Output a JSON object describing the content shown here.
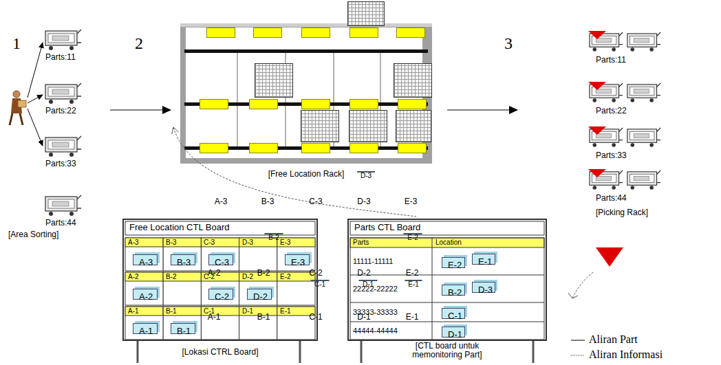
{
  "diagram": {
    "nodes": [
      {
        "text": [
          "[Free Location Rack]"
        ]
      },
      {
        "text": [
          "D-3"
        ],
        "in": 0
      },
      {
        "text": [
          "A-3"
        ],
        "in": 0
      },
      {
        "text": [
          "B-3"
        ],
        "in": 0
      },
      {
        "text": [
          "C-3"
        ],
        "in": 0
      },
      {
        "text": [
          "D-3"
        ],
        "in": 0
      },
      {
        "text": [
          "E-3"
        ],
        "in": 0
      },
      {
        "text": [
          "B-2"
        ],
        "in": 0
      },
      {
        "text": [
          "E-2"
        ],
        "in": 0
      },
      {
        "text": [
          "A-2"
        ],
        "in": 0
      },
      {
        "text": [
          "B-2"
        ],
        "in": 0
      },
      {
        "text": [
          "C-2"
        ],
        "in": 0
      },
      {
        "text": [
          "D-2"
        ],
        "in": 0
      },
      {
        "text": [
          "E-2"
        ],
        "in": 0
      },
      {
        "text": [
          "C-1"
        ],
        "in": 0
      },
      {
        "text": [
          "D-1"
        ],
        "in": 0
      },
      {
        "text": [
          "E-1"
        ],
        "in": 0
      },
      {
        "text": [
          "A-1"
        ],
        "in": 0
      },
      {
        "text": [
          "B-1"
        ],
        "in": 0
      },
      {
        "text": [
          "C-1"
        ],
        "in": 0
      },
      {
        "text": [
          "D-1"
        ],
        "in": 0
      },
      {
        "text": [
          "E-1"
        ],
        "in": 0
      },
      {
        "text": [
          "Free Location CTL Board",
          "[Lokasi CTRL Board]"
        ]
      },
      {
        "text": [
          "A-3"
        ],
        "in": 22
      },
      {
        "text": [
          "B-3"
        ],
        "in": 22
      },
      {
        "text": [
          "C-3"
        ],
        "in": 22
      },
      {
        "text": [
          "E-3"
        ],
        "in": 22
      },
      {
        "text": [
          "A-2"
        ],
        "in": 22
      },
      {
        "text": [
          "C-2"
        ],
        "in": 22
      },
      {
        "text": [
          "D-2"
        ],
        "in": 22
      },
      {
        "text": [
          "A-1"
        ],
        "in": 22
      },
      {
        "text": [
          "B-1"
        ],
        "in": 22
      },
      {
        "text": [
          "Parts CTL Board",
          "[CTL board untuk memonitoring Part]"
        ]
      },
      {
        "text": [
          "E-2"
        ],
        "in": 32
      },
      {
        "text": [
          "E-1"
        ],
        "in": 32
      },
      {
        "text": [
          "B-2"
        ],
        "in": 32
      },
      {
        "text": [
          "D-3"
        ],
        "in": 32
      },
      {
        "text": [
          "C-1"
        ],
        "in": 32
      },
      {
        "text": [
          "D-1"
        ],
        "in": 32
      }
    ],
    "edges": [
      {
        "from": 32,
        "to": 0,
        "arrow": "to"
      }
    ],
    "labels": [
      "1",
      "Parts:11",
      "Parts:22",
      "Parts:33",
      "Parts:44",
      "[Area Sorting]",
      "2",
      "3",
      "Parts:11",
      "Parts:22",
      "Parts:33",
      "Parts:44",
      "[Picking Rack]",
      "A-3",
      "B-3",
      "C-3",
      "D-3",
      "E-3",
      "A-2",
      "B-2",
      "C-2",
      "D-2",
      "E-2",
      "A-1",
      "B-1",
      "C-1",
      "D-1",
      "E-1",
      "Parts",
      "Location",
      "11111-11111",
      "22222-22222",
      "33333-33333",
      "44444-44444"
    ],
    "legend": [
      {
        "text": "Aliran Part"
      },
      {
        "text": "Aliran Informasi"
      }
    ]
  }
}
